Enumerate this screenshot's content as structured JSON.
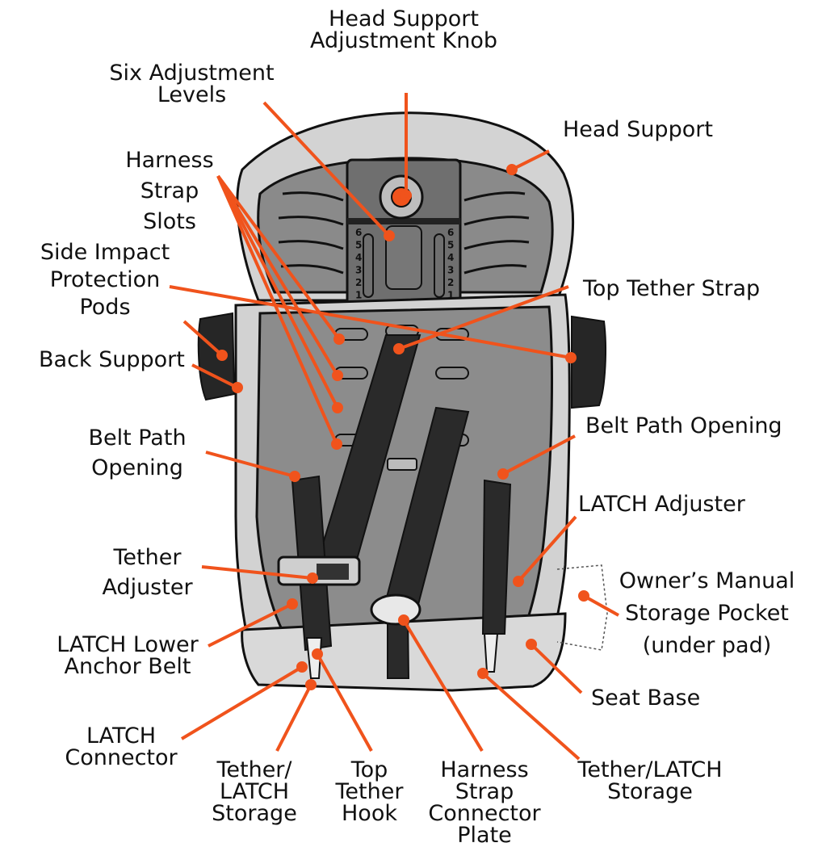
{
  "colors": {
    "leader": "#f0531c",
    "seat_outer": "#d0d0d0",
    "seat_inner": "#8a8a8a",
    "strap": "#2a2a2a",
    "outline": "#111111"
  },
  "seat": {
    "height_level_numbers": [
      "6",
      "5",
      "4",
      "3",
      "2",
      "1"
    ]
  },
  "labels": {
    "head_support_knob": "Head Support\nAdjustment Knob",
    "six_levels": "Six Adjustment\nLevels",
    "head_support": "Head Support",
    "harness_slots": "Harness\nStrap\nSlots",
    "side_impact": "Side Impact\nProtection\nPods",
    "top_tether_strap": "Top Tether Strap",
    "back_support": "Back Support",
    "belt_path_left": "Belt Path\nOpening",
    "belt_path_right": "Belt Path Opening",
    "latch_adjuster": "LATCH Adjuster",
    "tether_adjuster": "Tether\nAdjuster",
    "owners_manual": "Owner’s Manual\nStorage Pocket\n(under pad)",
    "latch_lower_anchor": "LATCH Lower\nAnchor Belt",
    "seat_base": "Seat Base",
    "latch_connector": "LATCH\nConnector",
    "tether_latch_storage_left": "Tether/\nLATCH\nStorage",
    "top_tether_hook": "Top\nTether\nHook",
    "harness_plate": "Harness\nStrap\nConnector\nPlate",
    "tether_latch_storage_right": "Tether/LATCH\nStorage"
  }
}
